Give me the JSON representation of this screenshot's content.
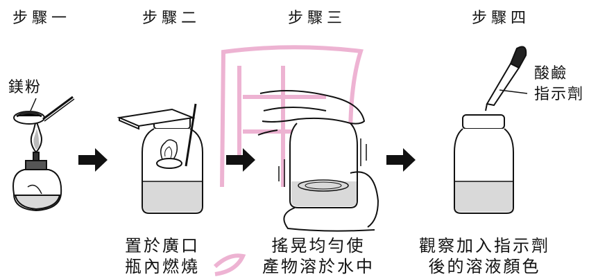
{
  "steps": [
    {
      "title": "步驟一",
      "caption_lines": []
    },
    {
      "title": "步驟二",
      "caption_lines": [
        "置於廣口",
        "瓶內燃燒"
      ]
    },
    {
      "title": "步驟三",
      "caption_lines": [
        "搖晃均勻使",
        "產物溶於水中"
      ]
    },
    {
      "title": "步驟四",
      "caption_lines": [
        "觀察加入指示劑",
        "後的溶液顏色"
      ]
    }
  ],
  "labels": {
    "magnesium_powder": "鎂粉",
    "indicator_line1": "酸鹼",
    "indicator_line2": "指示劑"
  },
  "colors": {
    "ink": "#111111",
    "liquid": "#d9d9d9",
    "arrow": "#111111",
    "watermark": "#e89ac4"
  },
  "icons": [
    "alcohol-lamp-icon",
    "spoon-icon",
    "jar-icon",
    "hand-icon",
    "dropper-icon",
    "arrow-right-icon"
  ]
}
